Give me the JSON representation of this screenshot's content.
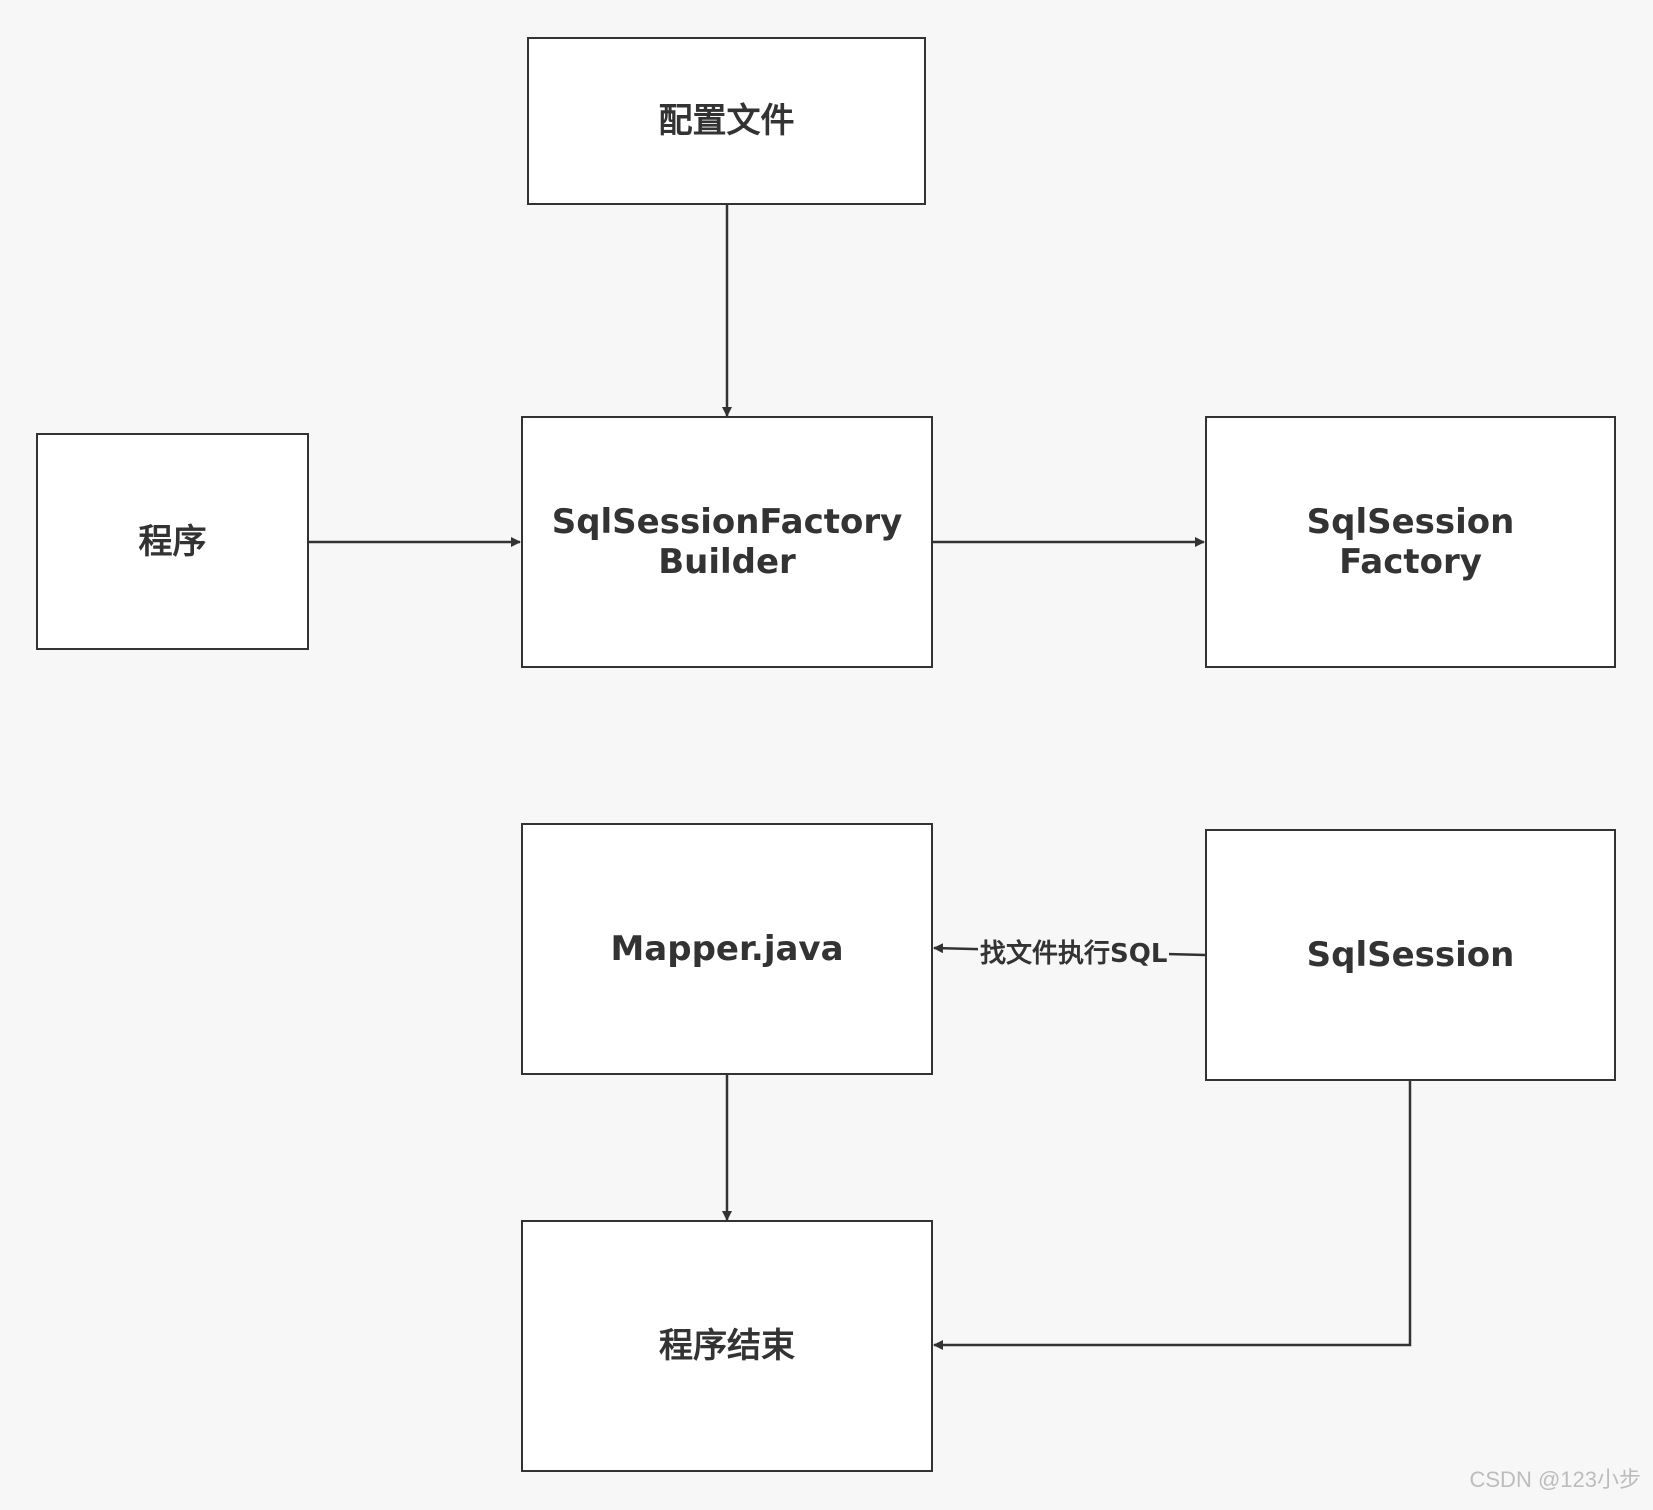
{
  "nodes": {
    "config_file": "配置文件",
    "program": "程序",
    "builder": "SqlSessionFactory\nBuilder",
    "factory": "SqlSession\nFactory",
    "mapper": "Mapper.java",
    "session": "SqlSession",
    "program_end": "程序结束"
  },
  "edges": [
    {
      "from": "config_file",
      "to": "builder",
      "label": ""
    },
    {
      "from": "program",
      "to": "builder",
      "label": ""
    },
    {
      "from": "builder",
      "to": "factory",
      "label": ""
    },
    {
      "from": "session",
      "to": "mapper",
      "label": "找文件执行SQL"
    },
    {
      "from": "mapper",
      "to": "program_end",
      "label": ""
    },
    {
      "from": "session",
      "to": "program_end",
      "label": ""
    }
  ],
  "colors": {
    "stroke": "#333333",
    "node_fill": "#ffffff",
    "background": "#f7f7f7",
    "watermark": "#bdbdbd"
  },
  "watermark": "CSDN @123小步"
}
